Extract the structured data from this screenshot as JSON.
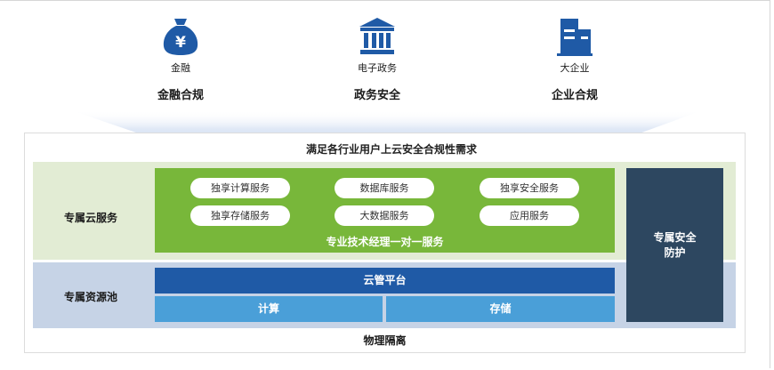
{
  "industries": [
    {
      "icon": "money-bag-icon",
      "caption": "金融",
      "title": "金融合规"
    },
    {
      "icon": "government-building-icon",
      "caption": "电子政务",
      "title": "政务安全"
    },
    {
      "icon": "enterprise-building-icon",
      "caption": "大企业",
      "title": "企业合规"
    }
  ],
  "requirement": "满足各行业用户上云安全合规性需求",
  "dedicated_cloud": {
    "label": "专属云服务",
    "services": [
      "独享计算服务",
      "数据库服务",
      "独享安全服务",
      "独享存储服务",
      "大数据服务",
      "应用服务"
    ],
    "caption": "专业技术经理一对一服务"
  },
  "resource_pool": {
    "label": "专属资源池",
    "platform": "云管平台",
    "compute": "计算",
    "storage": "存储"
  },
  "security": {
    "line1": "专属安全",
    "line2": "防护"
  },
  "isolation": "物理隔离",
  "colors": {
    "icon_blue": "#1f5aa6",
    "green_band": "#e2ecd4",
    "green_panel": "#78b73a",
    "blue_band": "#c6d3e6",
    "cloud_platform": "#1f5aa6",
    "resource_boxes": "#4a9fd8",
    "security_box": "#2d4760"
  }
}
